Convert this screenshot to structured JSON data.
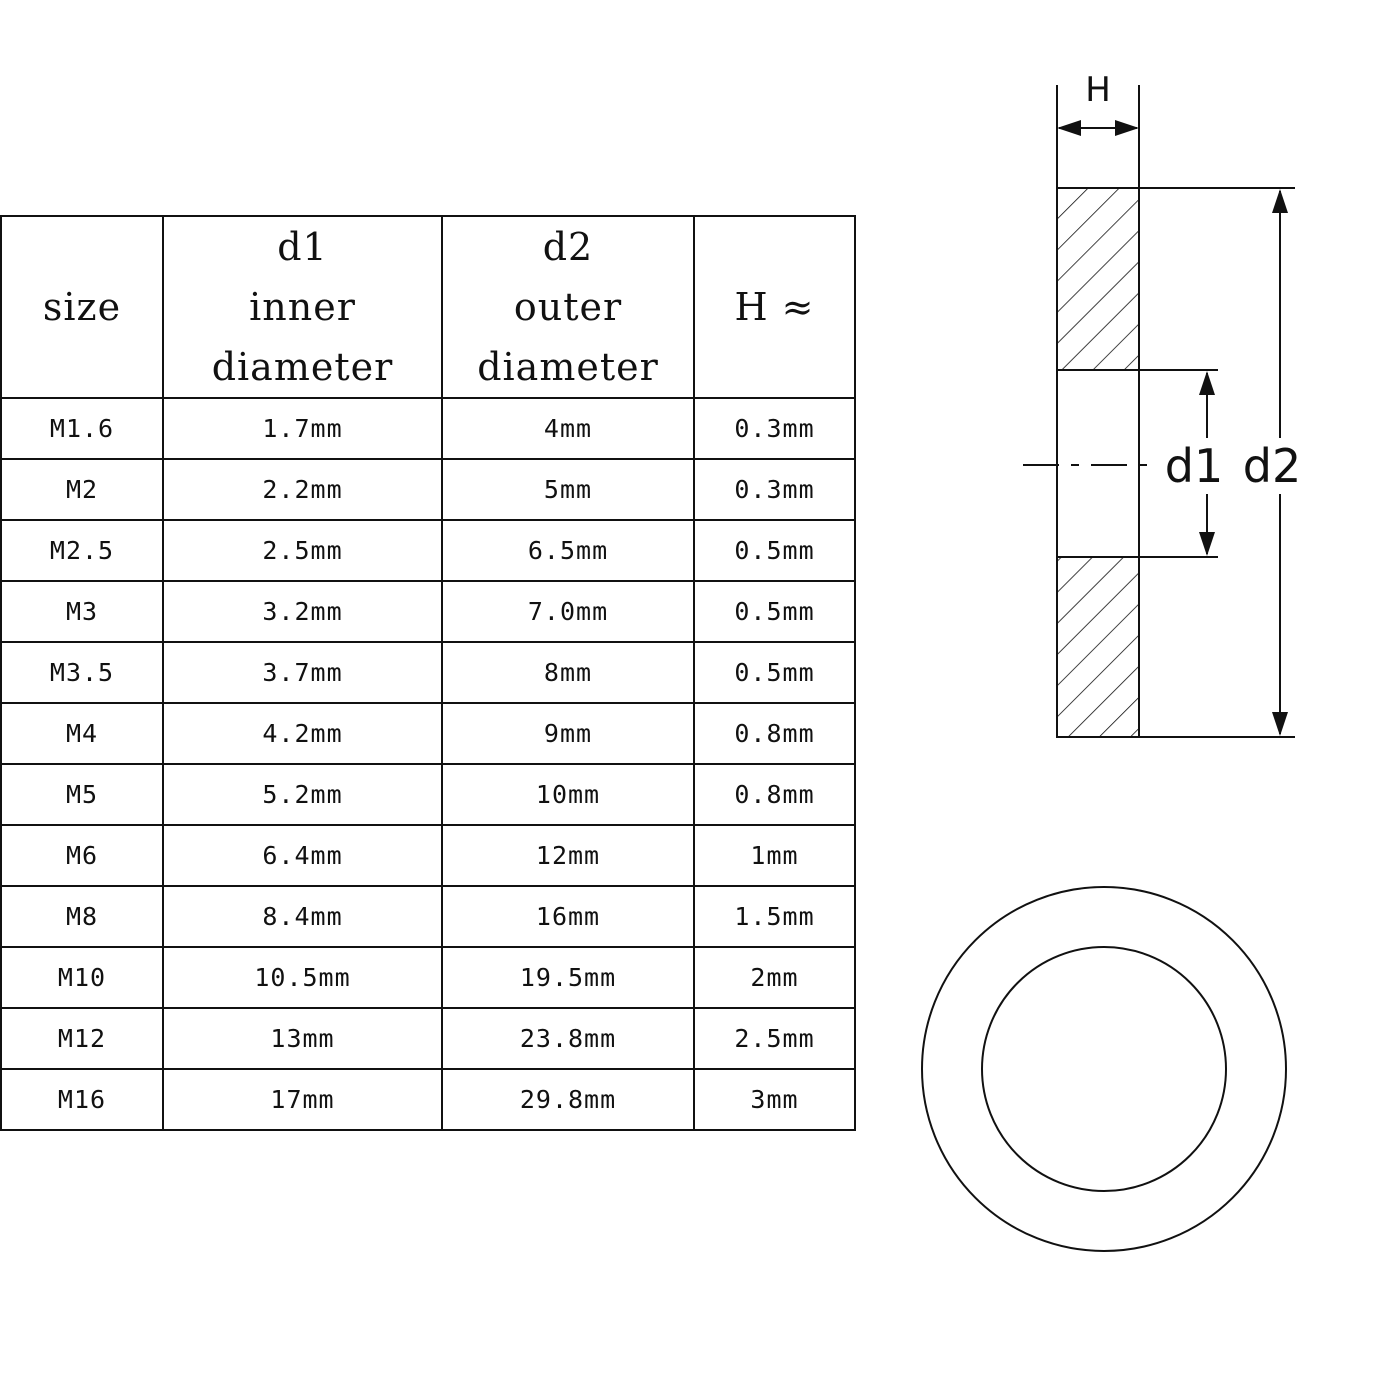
{
  "table": {
    "headers": [
      {
        "lines": [
          "size"
        ]
      },
      {
        "lines": [
          "d1",
          "inner",
          "diameter"
        ]
      },
      {
        "lines": [
          "d2",
          "outer",
          "diameter"
        ]
      },
      {
        "lines": [
          "H ≈"
        ]
      }
    ],
    "rows": [
      [
        "M1.6",
        "1.7mm",
        "4mm",
        "0.3mm"
      ],
      [
        "M2",
        "2.2mm",
        "5mm",
        "0.3mm"
      ],
      [
        "M2.5",
        "2.5mm",
        "6.5mm",
        "0.5mm"
      ],
      [
        "M3",
        "3.2mm",
        "7.0mm",
        "0.5mm"
      ],
      [
        "M3.5",
        "3.7mm",
        "8mm",
        "0.5mm"
      ],
      [
        "M4",
        "4.2mm",
        "9mm",
        "0.8mm"
      ],
      [
        "M5",
        "5.2mm",
        "10mm",
        "0.8mm"
      ],
      [
        "M6",
        "6.4mm",
        "12mm",
        "1mm"
      ],
      [
        "M8",
        "8.4mm",
        "16mm",
        "1.5mm"
      ],
      [
        "M10",
        "10.5mm",
        "19.5mm",
        "2mm"
      ],
      [
        "M12",
        "13mm",
        "23.8mm",
        "2.5mm"
      ],
      [
        "M16",
        "17mm",
        "29.8mm",
        "3mm"
      ]
    ]
  },
  "drawing": {
    "label_h": "H",
    "label_d1": "d1",
    "label_d2": "d2",
    "line_color": "#111111"
  }
}
